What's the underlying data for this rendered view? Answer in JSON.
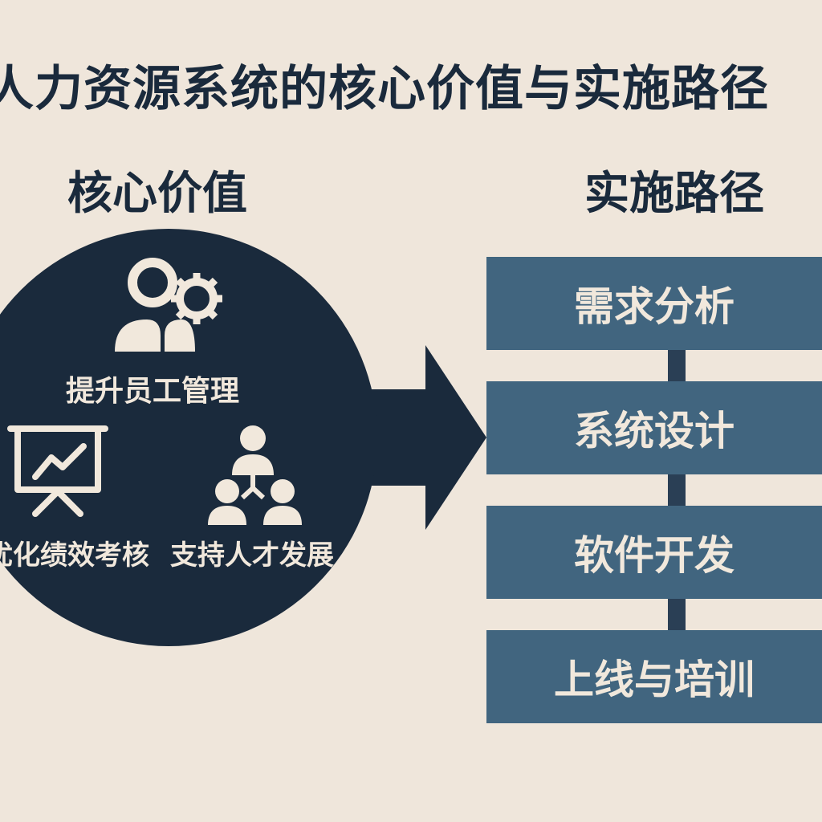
{
  "title": "人力资源系统的核心价值与实施路径",
  "left_section": {
    "heading": "核心价值",
    "values": [
      {
        "label": "提升员工管理",
        "icon": "people-gear-icon"
      },
      {
        "label": "优化绩效考核",
        "icon": "chart-board-icon"
      },
      {
        "label": "支持人才发展",
        "icon": "org-hierarchy-icon"
      }
    ]
  },
  "right_section": {
    "heading": "实施路径",
    "steps": [
      "需求分析",
      "系统设计",
      "软件开发",
      "上线与培训"
    ]
  },
  "colors": {
    "background": "#efe6db",
    "circle": "#1a2a3c",
    "step_box": "#41657f",
    "connector": "#2a3f55",
    "light_text": "#f1e8dc"
  }
}
